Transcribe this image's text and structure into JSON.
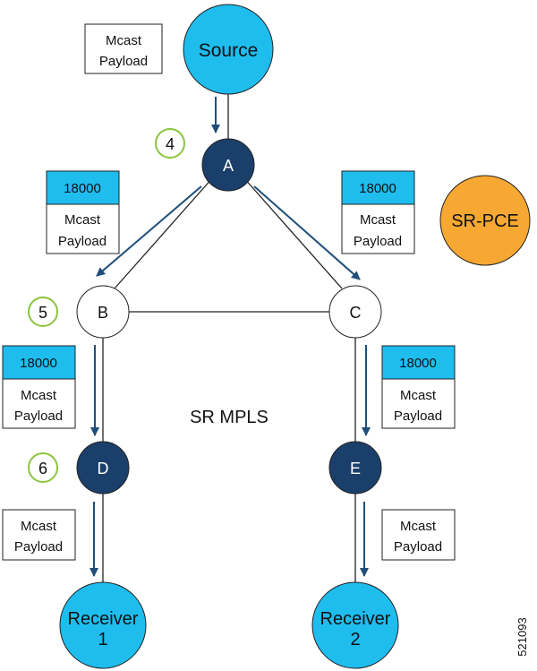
{
  "colors": {
    "light_node": "#1ebdee",
    "dark_node": "#1b3f6b",
    "orange_node": "#f7a832",
    "label_header": "#1ebdee",
    "step_ring": "#8cc43f",
    "arrow": "#1f4e79",
    "link": "#222222"
  },
  "nodes": {
    "source": "Source",
    "a": "A",
    "b": "B",
    "c": "C",
    "d": "D",
    "e": "E",
    "sr_pce": "SR-PCE",
    "receiver1": {
      "line1": "Receiver",
      "line2": "1"
    },
    "receiver2": {
      "line1": "Receiver",
      "line2": "2"
    }
  },
  "steps": {
    "s4": "4",
    "s5": "5",
    "s6": "6"
  },
  "packets": {
    "source": {
      "line1": "Mcast",
      "line2": "Payload"
    },
    "a_to_b": {
      "label": "18000",
      "line1": "Mcast",
      "line2": "Payload"
    },
    "a_to_c": {
      "label": "18000",
      "line1": "Mcast",
      "line2": "Payload"
    },
    "b_to_d": {
      "label": "18000",
      "line1": "Mcast",
      "line2": "Payload"
    },
    "c_to_e": {
      "label": "18000",
      "line1": "Mcast",
      "line2": "Payload"
    },
    "d_to_r1": {
      "line1": "Mcast",
      "line2": "Payload"
    },
    "e_to_r2": {
      "line1": "Mcast",
      "line2": "Payload"
    }
  },
  "network_label": "SR MPLS",
  "figure_id": "521093"
}
